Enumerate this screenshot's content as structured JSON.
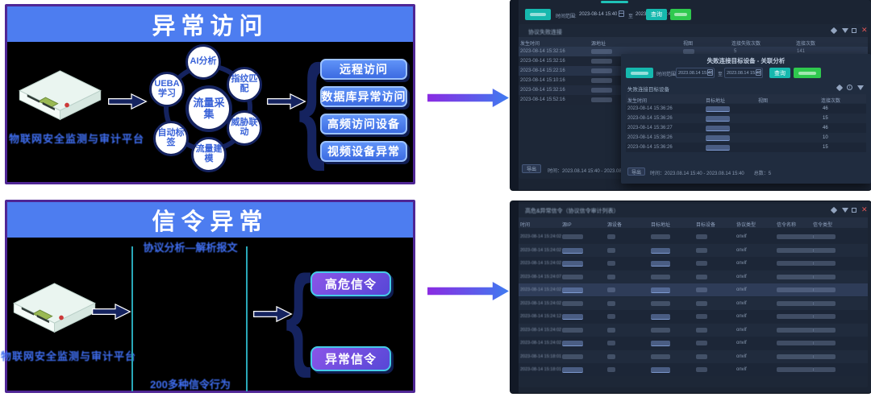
{
  "flow1": {
    "title": "异常访问",
    "device_label": "物联网安全监测与审计平台",
    "center_bubble": "流量采集",
    "bubbles": [
      "AI分析",
      "指纹匹配",
      "威胁联动",
      "流量建模",
      "自动标签",
      "UEBA学习"
    ],
    "outputs": [
      "远程访问",
      "数据库异常访问",
      "高频访问设备",
      "视频设备异常"
    ]
  },
  "flow2": {
    "title": "信令异常",
    "device_label": "物联网安全监测与审计平台",
    "note_top": "协议分析—解析报文",
    "note_bottom": "200多种信令行为",
    "outputs": [
      "高危信令",
      "异常信令"
    ]
  },
  "arrow_gradient": {
    "from": "#8a2be2",
    "to": "#3f7bf0"
  },
  "shot1": {
    "toolbar": {
      "range_label": "时间范围:",
      "date_from": "2023-08-14 15:40",
      "to_label": "至",
      "date_to": "2023-08-14 15:40",
      "query_label": "查询"
    },
    "panel_title": "协议失败连接",
    "panel_icons": [
      "tag-icon",
      "filter-icon",
      "maximize-icon",
      "close-icon"
    ],
    "columns": [
      "发生时间",
      "源地址",
      "视图",
      "连接失败次数",
      "连接次数"
    ],
    "rows": [
      {
        "time": "2023-08-14 15:32:16",
        "fail": "5",
        "total": "141"
      },
      {
        "time": "2023-08-14 15:32:16"
      },
      {
        "time": "2023-08-14 15:22:16"
      },
      {
        "time": "2023-08-14 15:10:16"
      },
      {
        "time": "2023-08-14 15:32:16"
      },
      {
        "time": "2023-08-14 15:52:16"
      }
    ],
    "footer_btn": "导出",
    "footer": "时间：2023.08.14 15:40 - 2023.08.14 15:40　　总数：5",
    "overlay": {
      "title": "失败连接目标设备 - 关联分析",
      "toolbar": {
        "range_label": "时间范围",
        "date_from": "2023.08.14 15:40",
        "to_label": "至",
        "date_to": "2023.08.14 15:40",
        "query_label": "查询"
      },
      "panel_title": "失败连接目标设备",
      "panel_icons": [
        "tag-icon",
        "info-icon",
        "filter-icon"
      ],
      "columns": [
        "发生时间",
        "目标地址",
        "视图",
        "连接次数"
      ],
      "rows": [
        {
          "time": "2023-08-14 15:36:26",
          "count": "46"
        },
        {
          "time": "2023-08-14 15:36:26",
          "count": "15"
        },
        {
          "time": "2023-08-14 15:36:27",
          "count": "46"
        },
        {
          "time": "2023-08-14 15:36:26",
          "count": "10"
        },
        {
          "time": "2023-08-14 15:36:26",
          "count": "15"
        }
      ],
      "footer_btn": "导出",
      "footer": "时间：2023.08.14 15:40 - 2023.08.14 15:40　　总数：5"
    }
  },
  "shot2": {
    "panel_title": "高危&异常信令（协议信令审计列表）",
    "panel_icons": [
      "tag-icon",
      "filter-icon",
      "maximize-icon",
      "close-icon"
    ],
    "columns": [
      "时间",
      "源IP",
      "源设备",
      "目标地址",
      "目标设备",
      "协议类型",
      "信令名称",
      "信令类型"
    ],
    "highlight_row": 4,
    "rows": [
      {
        "time": "2023-08-14 15:24:02",
        "protocol": "onvif",
        "link": false
      },
      {
        "time": "2023-08-14 15:24:02",
        "protocol": "onvif",
        "link": true
      },
      {
        "time": "2023-08-14 15:24:02",
        "protocol": "onvif",
        "link": true
      },
      {
        "time": "2023-08-14 15:24:07",
        "protocol": "onvif",
        "link": false
      },
      {
        "time": "2023-08-14 15:24:02",
        "protocol": "onvif",
        "link": true
      },
      {
        "time": "2023-08-14 15:24:02",
        "protocol": "onvif",
        "link": false
      },
      {
        "time": "2023-08-14 15:24:12",
        "protocol": "onvif",
        "link": true
      },
      {
        "time": "2023-08-14 15:24:02",
        "protocol": "onvif",
        "link": false
      },
      {
        "time": "2023-08-14 15:24:02",
        "protocol": "onvif",
        "link": true
      },
      {
        "time": "2023-08-14 15:18:01",
        "protocol": "onvif",
        "link": false
      },
      {
        "time": "2023-08-14 15:18:01",
        "protocol": "onvif",
        "link": true
      }
    ]
  }
}
